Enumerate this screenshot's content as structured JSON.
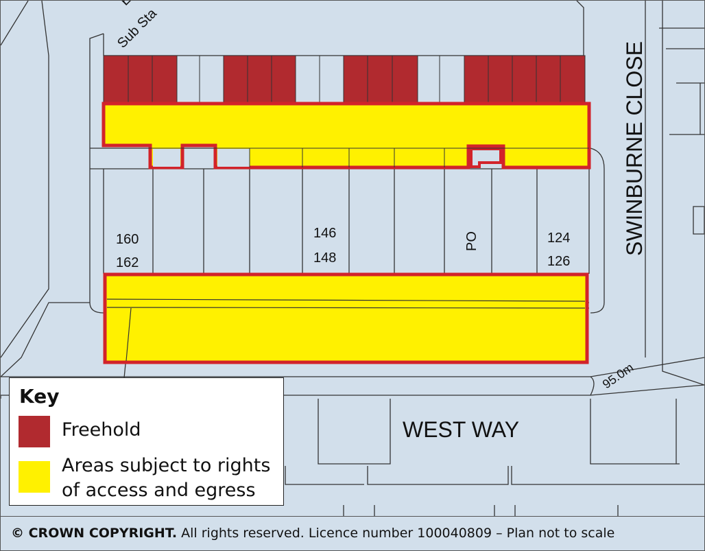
{
  "map": {
    "road_labels": {
      "swinburne_close": "SWINBURNE CLOSE",
      "west_way": "WEST WAY",
      "sub_station": "Sub Sta",
      "sub_station_top": "E",
      "distance_marker": "95.0m"
    },
    "property_numbers": {
      "n160": "160",
      "n162": "162",
      "n146": "146",
      "n148": "148",
      "po": "PO",
      "n124": "124",
      "n126": "126"
    },
    "colors": {
      "background": "#d2dfeb",
      "freehold": "#b12a2f",
      "access_area": "#fff100",
      "boundary_outline": "#d2232a",
      "line": "#333333"
    }
  },
  "key": {
    "title": "Key",
    "items": [
      {
        "label": "Freehold",
        "color": "#b12a2f"
      },
      {
        "label": "Areas subject to rights of access and egress",
        "color": "#fff100"
      }
    ]
  },
  "footer": {
    "copyright_bold": "© CROWN COPYRIGHT.",
    "copyright_rest": " All rights reserved. Licence number 100040809 – Plan not to scale"
  }
}
